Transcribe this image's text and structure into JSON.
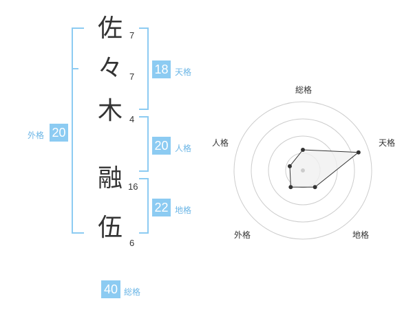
{
  "name": {
    "characters": [
      {
        "char": "佐",
        "strokes": "7"
      },
      {
        "char": "々",
        "strokes": "7"
      },
      {
        "char": "木",
        "strokes": "4"
      },
      {
        "char": "融",
        "strokes": "16"
      },
      {
        "char": "伍",
        "strokes": "6"
      }
    ]
  },
  "fortune": {
    "tenkaku": {
      "value": "18",
      "label": "天格"
    },
    "jinkaku": {
      "value": "20",
      "label": "人格"
    },
    "chikaku": {
      "value": "22",
      "label": "地格"
    },
    "gaikaku": {
      "value": "20",
      "label": "外格"
    },
    "soukaku": {
      "value": "40",
      "label": "総格"
    }
  },
  "chart_data": {
    "type": "radar",
    "axes": [
      "総格",
      "天格",
      "地格",
      "外格",
      "人格"
    ],
    "values": [
      0.3,
      0.85,
      0.3,
      0.3,
      0.2
    ],
    "rings": 4,
    "fill_color": "#f0f0f0",
    "line_color": "#333333",
    "ring_color": "#cccccc"
  }
}
